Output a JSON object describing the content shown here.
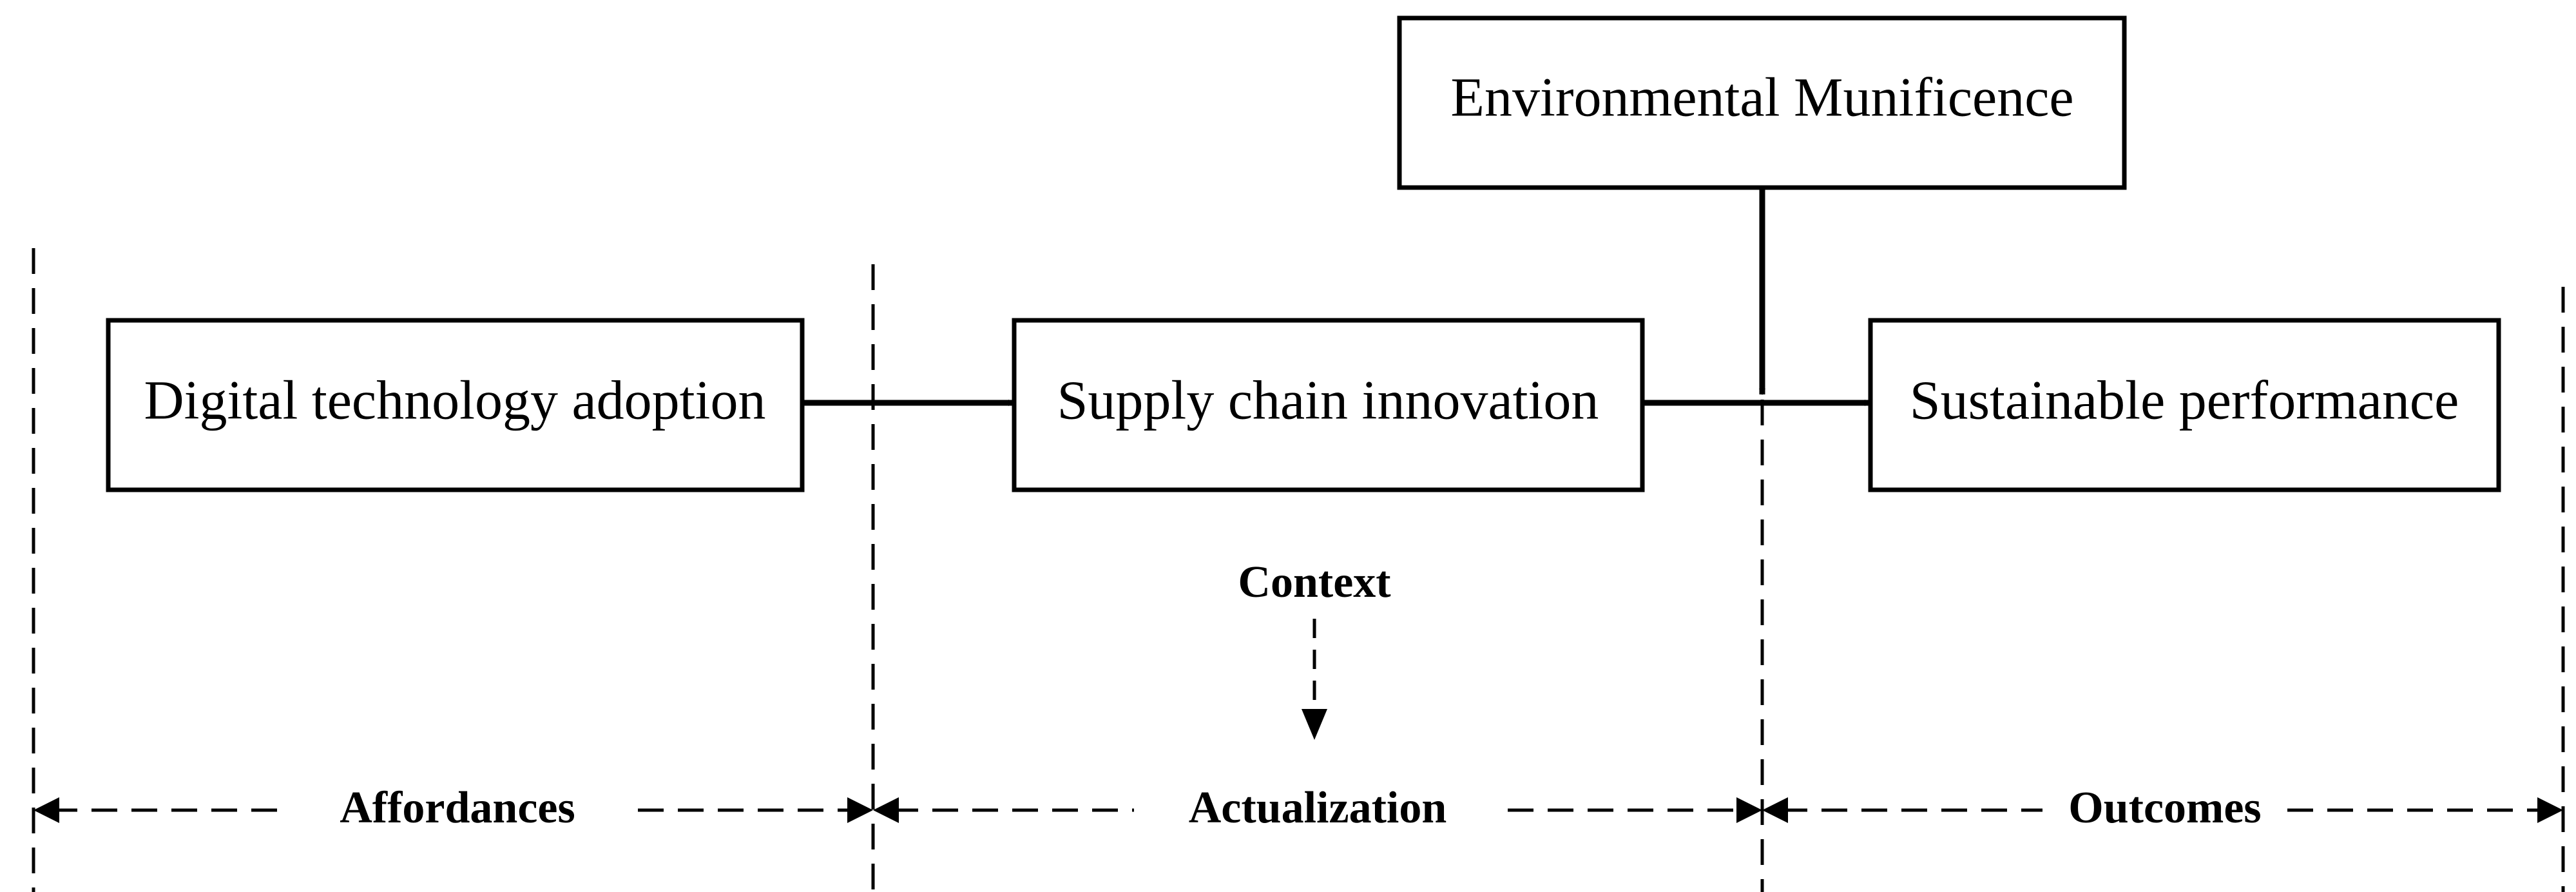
{
  "boxes": {
    "digital_technology_adoption": "Digital technology adoption",
    "supply_chain_innovation": "Supply chain innovation",
    "sustainable_performance": "Sustainable performance",
    "environmental_munificence": "Environmental Munificence"
  },
  "context_label": "Context",
  "phases": {
    "affordances": "Affordances",
    "actualization": "Actualization",
    "outcomes": "Outcomes"
  }
}
